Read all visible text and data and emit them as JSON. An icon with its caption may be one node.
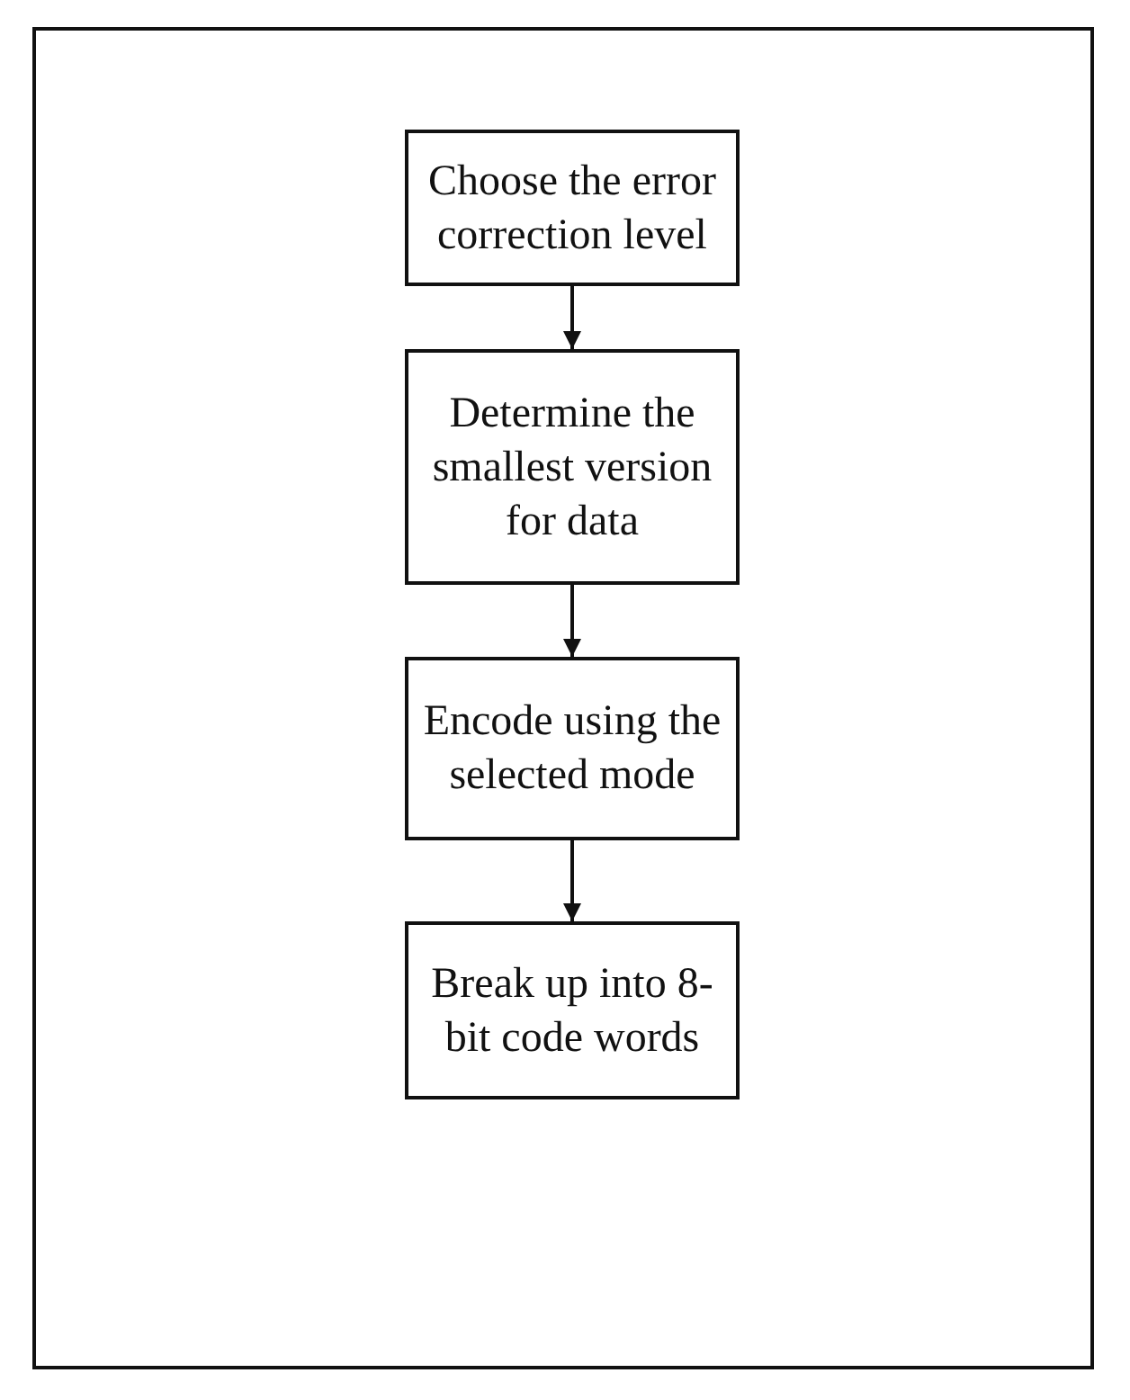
{
  "diagram": {
    "nodes": [
      {
        "text": [
          "Choose the error correction level"
        ]
      },
      {
        "text": [
          "Determine the smallest version for data"
        ]
      },
      {
        "text": [
          "Encode using the selected mode"
        ]
      },
      {
        "text": [
          "Break up into 8-bit code words"
        ]
      }
    ],
    "edges": [
      {
        "from": 0,
        "to": 1,
        "arrow": "to"
      },
      {
        "from": 1,
        "to": 2,
        "arrow": "to"
      },
      {
        "from": 2,
        "to": 3,
        "arrow": "to"
      }
    ]
  }
}
